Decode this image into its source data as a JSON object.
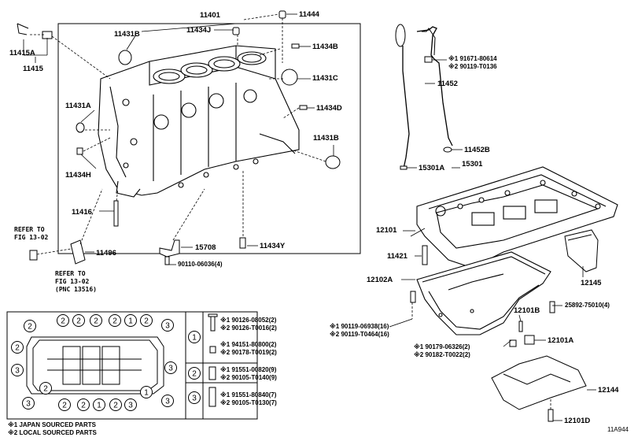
{
  "figure_id": "11A944",
  "labels": {
    "p11401": "11401",
    "p11444": "11444",
    "p11431B_top": "11431B",
    "p11434J": "11434J",
    "p11434B": "11434B",
    "p11431C": "11431C",
    "p11415A": "11415A",
    "p11415": "11415",
    "p11431A": "11431A",
    "p11434D": "11434D",
    "p11431B_right": "11431B",
    "p11434H": "11434H",
    "p11416": "11416",
    "p15708": "15708",
    "p11434Y": "11434Y",
    "p11496": "11496",
    "p90110": "90110-06036(4)",
    "p11452": "11452",
    "p11452B": "11452B",
    "p15301A": "15301A",
    "p15301": "15301",
    "p12101": "12101",
    "p11421": "11421",
    "p12102A": "12102A",
    "p12145": "12145",
    "p25892": "25892-75010(4)",
    "p12101B": "12101B",
    "p12101A": "12101A",
    "p12144": "12144",
    "p12101D": "12101D"
  },
  "refer1": {
    "line1": "REFER TO",
    "line2": "FIG 13-02"
  },
  "refer2": {
    "line1": "REFER TO",
    "line2": "FIG 13-02",
    "line3": "(PNC 13516)"
  },
  "dipstick_notes": {
    "n1": "※1 91671-80614",
    "n2": "※2 90119-T0136"
  },
  "pan_bolt_notes": {
    "n1": "※1 90119-06938(16)",
    "n2": "※2 90119-T0464(16)"
  },
  "plug_notes": {
    "n1": "※1 90179-06326(2)",
    "n2": "※2 90182-T0022(2)"
  },
  "legend": {
    "rows": [
      {
        "num": "1",
        "lines": [
          "※1 90126-08052(2)",
          "※2 90126-T0016(2)",
          "※1 94151-80800(2)",
          "※2 90178-T0019(2)"
        ]
      },
      {
        "num": "2",
        "lines": [
          "※1 91551-00820(9)",
          "※2 90105-T0140(9)"
        ]
      },
      {
        "num": "3",
        "lines": [
          "※1 91551-80840(7)",
          "※2 90105-T0130(7)"
        ]
      }
    ],
    "footnote1": "※1 JAPAN SOURCED PARTS",
    "footnote2": "※2 LOCAL SOURCED PARTS"
  },
  "pan_callouts": {
    "top_row": [
      "2",
      "2",
      "2",
      "2",
      "1",
      "2"
    ],
    "left_col": [
      "2",
      "2",
      "3"
    ],
    "bottom_row": [
      "2",
      "3",
      "2",
      "2",
      "1",
      "2",
      "3"
    ],
    "right_col": [
      "3",
      "3",
      "3"
    ],
    "mid_left": [
      "1"
    ]
  }
}
